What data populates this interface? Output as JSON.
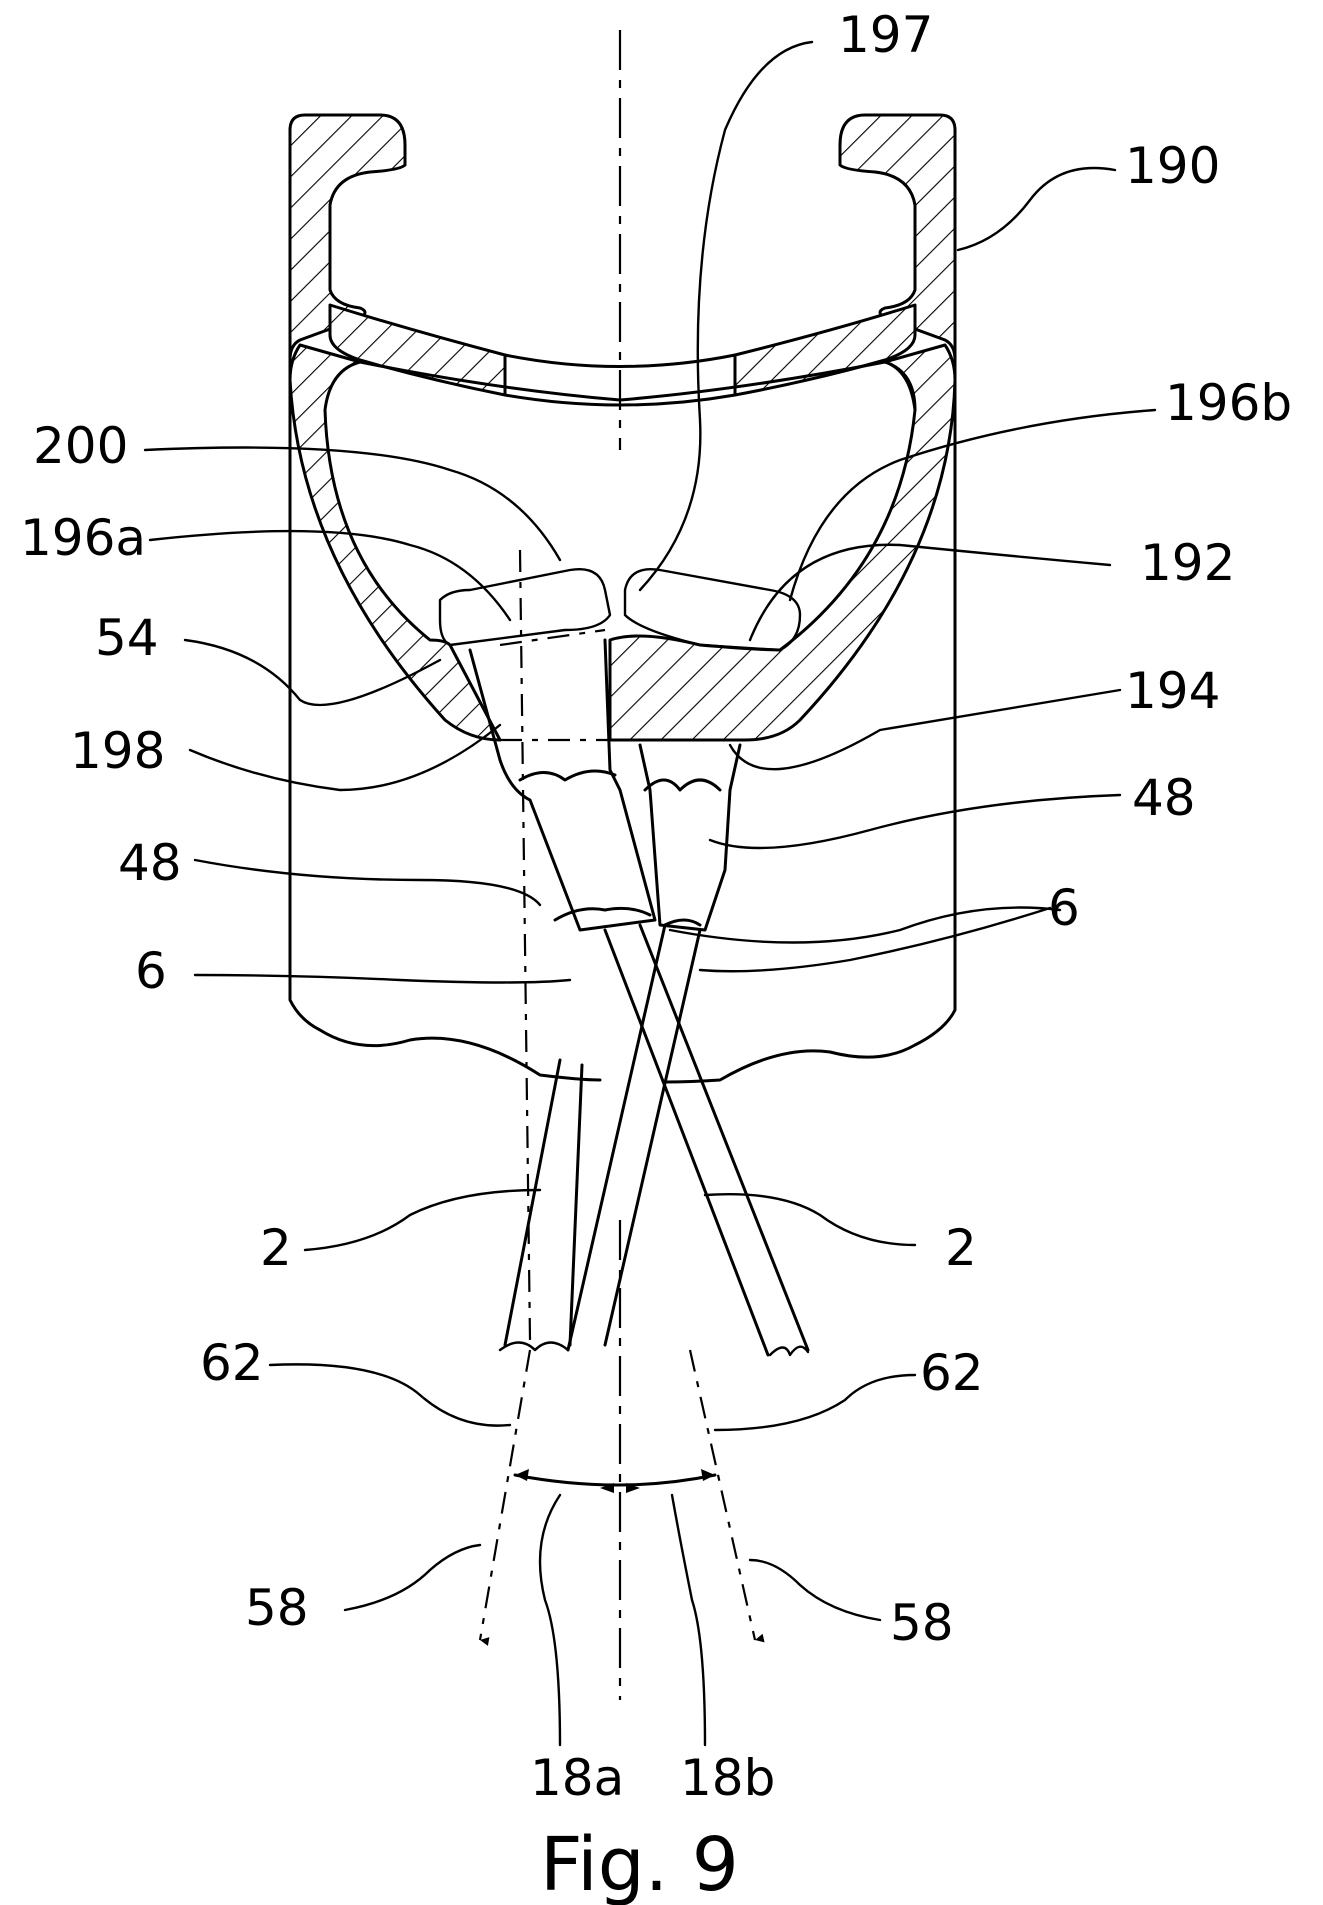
{
  "figure": {
    "caption": "Fig. 9",
    "labels": {
      "l197": "197",
      "l190": "190",
      "l196b": "196b",
      "l200": "200",
      "l196a": "196a",
      "l192": "192",
      "l54": "54",
      "l194": "194",
      "l198": "198",
      "l48_right": "48",
      "l48_left": "48",
      "l6_right": "6",
      "l6_left": "6",
      "l2_left": "2",
      "l2_right": "2",
      "l62_left": "62",
      "l62_right": "62",
      "l58_left": "58",
      "l58_right": "58",
      "l18a": "18a",
      "l18b": "18b"
    }
  }
}
